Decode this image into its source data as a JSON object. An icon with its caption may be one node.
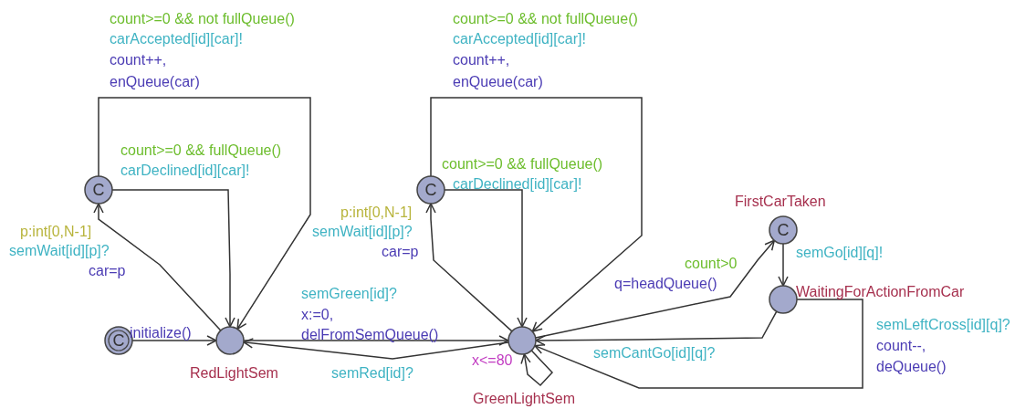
{
  "diagram": {
    "nodes": [
      {
        "text": [
          "C"
        ]
      },
      {
        "text": [
          "RedLightSem"
        ]
      },
      {
        "text": [
          "C"
        ]
      },
      {
        "text": [
          "GreenLightSem"
        ],
        "beside": [
          "x<=80"
        ]
      },
      {
        "text": [
          "C"
        ]
      },
      {
        "text": [
          "FirstCarTaken",
          "C"
        ]
      },
      {
        "text": [
          "WaitingForActionFromCar"
        ]
      }
    ],
    "edges": [
      {
        "from": 0,
        "to": 1,
        "arrow": "to"
      },
      {
        "from": 1,
        "to": 2,
        "arrow": "to"
      },
      {
        "from": 2,
        "to": 1,
        "arrow": "to"
      },
      {
        "from": 2,
        "to": 1,
        "arrow": "to"
      },
      {
        "from": 1,
        "to": 3,
        "arrow": "to"
      },
      {
        "from": 3,
        "to": 1,
        "arrow": "to"
      },
      {
        "from": 3,
        "to": 4,
        "arrow": "to"
      },
      {
        "from": 4,
        "to": 3,
        "arrow": "to"
      },
      {
        "from": 4,
        "to": 3,
        "arrow": "to"
      },
      {
        "from": 3,
        "to": 5,
        "arrow": "to"
      },
      {
        "from": 5,
        "to": 6,
        "arrow": "to"
      },
      {
        "from": 6,
        "to": 3,
        "arrow": "to"
      },
      {
        "from": 6,
        "to": 3,
        "arrow": "to"
      },
      {
        "from": 3,
        "to": 3,
        "arrow": "to"
      }
    ],
    "labels": [
      "count>=0 && not fullQueue()",
      "carAccepted[id][car]!",
      "count++,",
      "enQueue(car)",
      "count>=0 && not fullQueue()",
      "carAccepted[id][car]!",
      "count++,",
      "enQueue(car)",
      "count>=0 && fullQueue()",
      "carDeclined[id][car]!",
      "count>=0 && fullQueue()",
      "carDeclined[id][car]!",
      "p:int[0,N-1]",
      "semWait[id][p]?",
      "car=p",
      "p:int[0,N-1]",
      "semWait[id][p]?",
      "semGo[id][q]!",
      "car=p",
      "count>0",
      "q=headQueue()",
      "semGreen[id]?",
      "x:=0,",
      "initialize()",
      "delFromSemQueue()",
      "semLeftCross[id][q]?",
      "count--,",
      "semCantGo[id][q]?",
      "deQueue()",
      "semRed[id]?"
    ]
  }
}
